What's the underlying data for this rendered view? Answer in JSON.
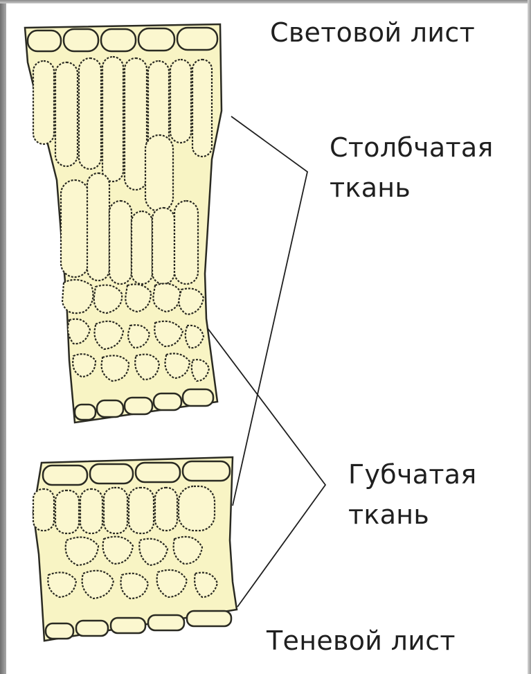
{
  "labels": {
    "light_leaf": "Световой лист",
    "palisade_line1": "Столбчатая",
    "palisade_line2": "ткань",
    "spongy_line1": "Губчатая",
    "spongy_line2": "ткань",
    "shade_leaf": "Теневой лист"
  },
  "colors": {
    "tissue_fill": "#f8f4c4",
    "cell_fill": "#fbf7cf",
    "outline": "#2a2a22",
    "text": "#1f1f1f"
  }
}
